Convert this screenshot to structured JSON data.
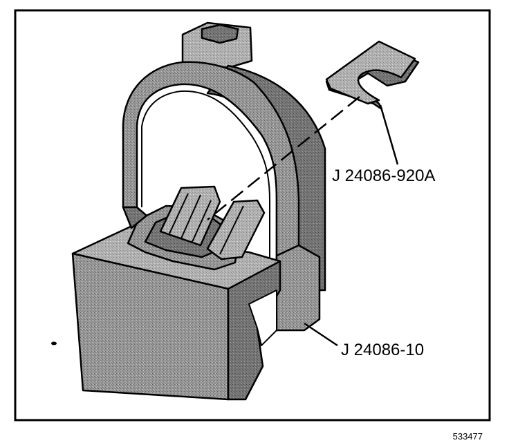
{
  "callouts": {
    "shim_label": "J 24086-920A",
    "press_label": "J 24086-10"
  },
  "figure_number": "533477",
  "colors": {
    "frame_border": "#000000",
    "tool_shade": "#8a8a8a",
    "tool_shade_light": "#a8a8a8",
    "tool_shade_dark": "#6e6e6e",
    "background": "#ffffff"
  }
}
